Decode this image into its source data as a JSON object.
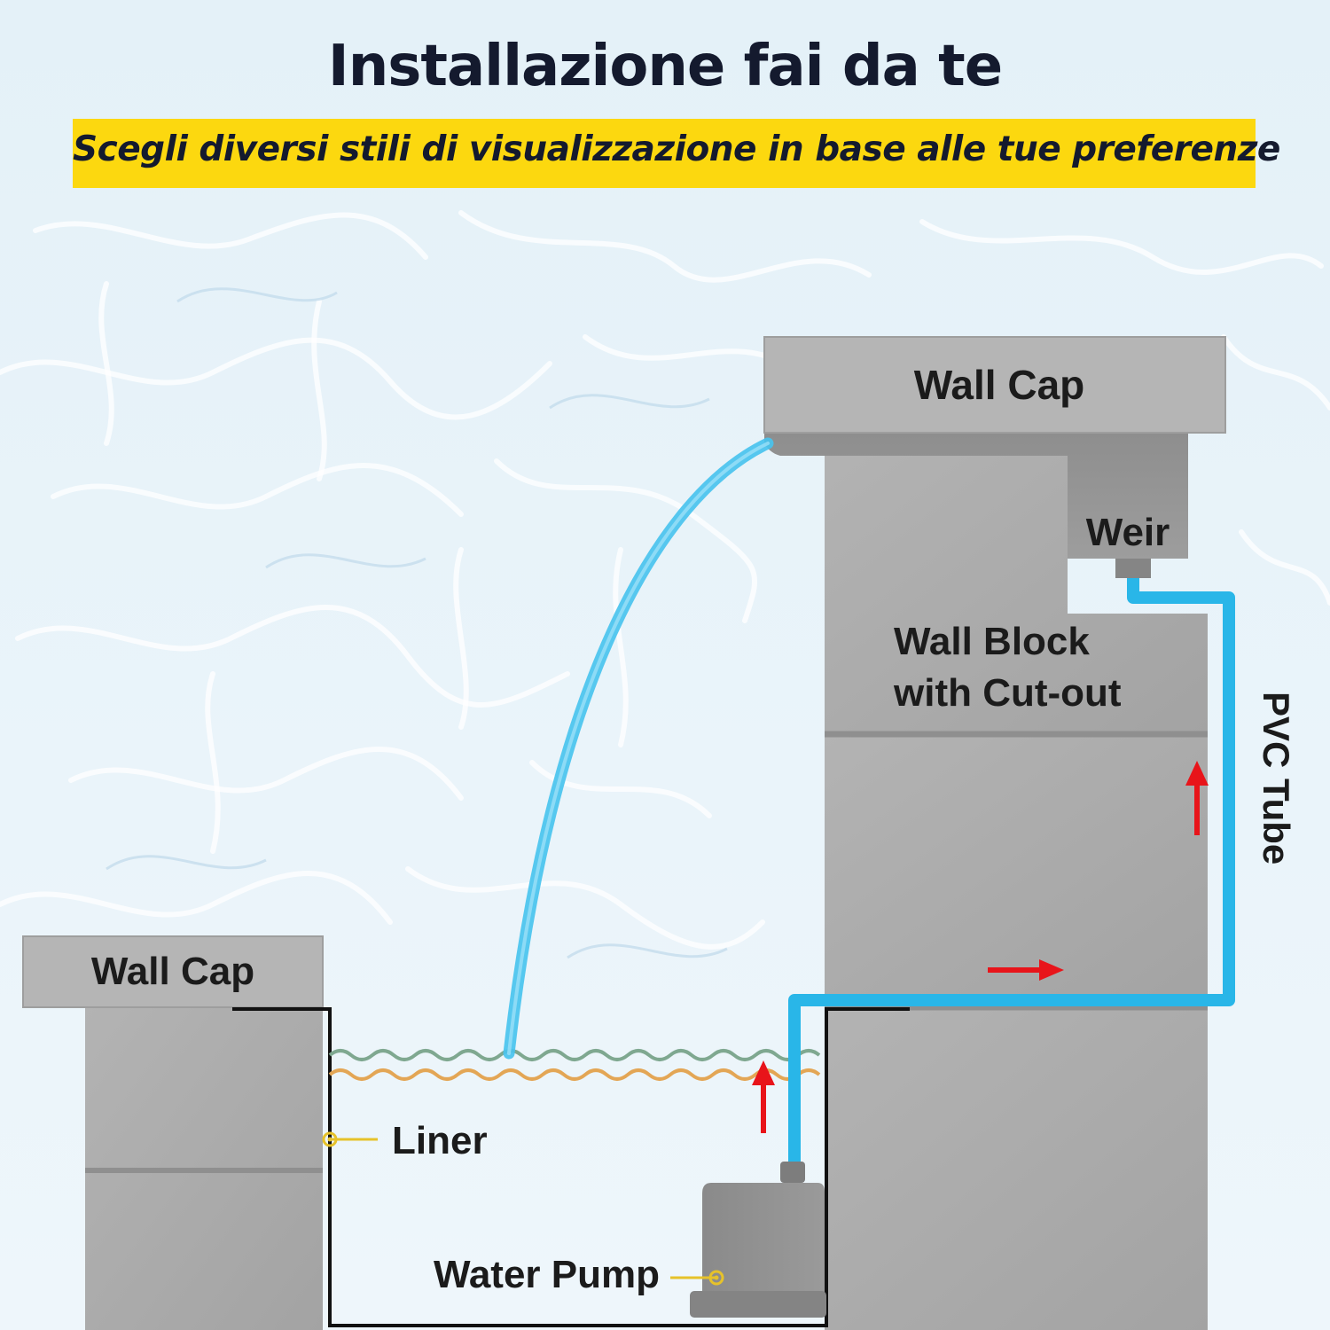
{
  "header": {
    "title": "Installazione fai da te",
    "subtitle": "Scegli diversi stili di visualizzazione in base alle tue preferenze"
  },
  "labels": {
    "wall_cap_right": "Wall Cap",
    "wall_cap_left": "Wall Cap",
    "weir": "Weir",
    "wall_block_line1": "Wall Block",
    "wall_block_line2": "with Cut-out",
    "pvc_tube": "PVC Tube",
    "liner": "Liner",
    "water_pump": "Water Pump"
  },
  "colors": {
    "banner": "#fcd80f",
    "water_tube": "#29b6e8",
    "arrow": "#e8141a",
    "wall": "#a9a9a9",
    "water_line_green": "#7fa890",
    "water_line_orange": "#e3a655",
    "callout": "#e6c22a"
  }
}
